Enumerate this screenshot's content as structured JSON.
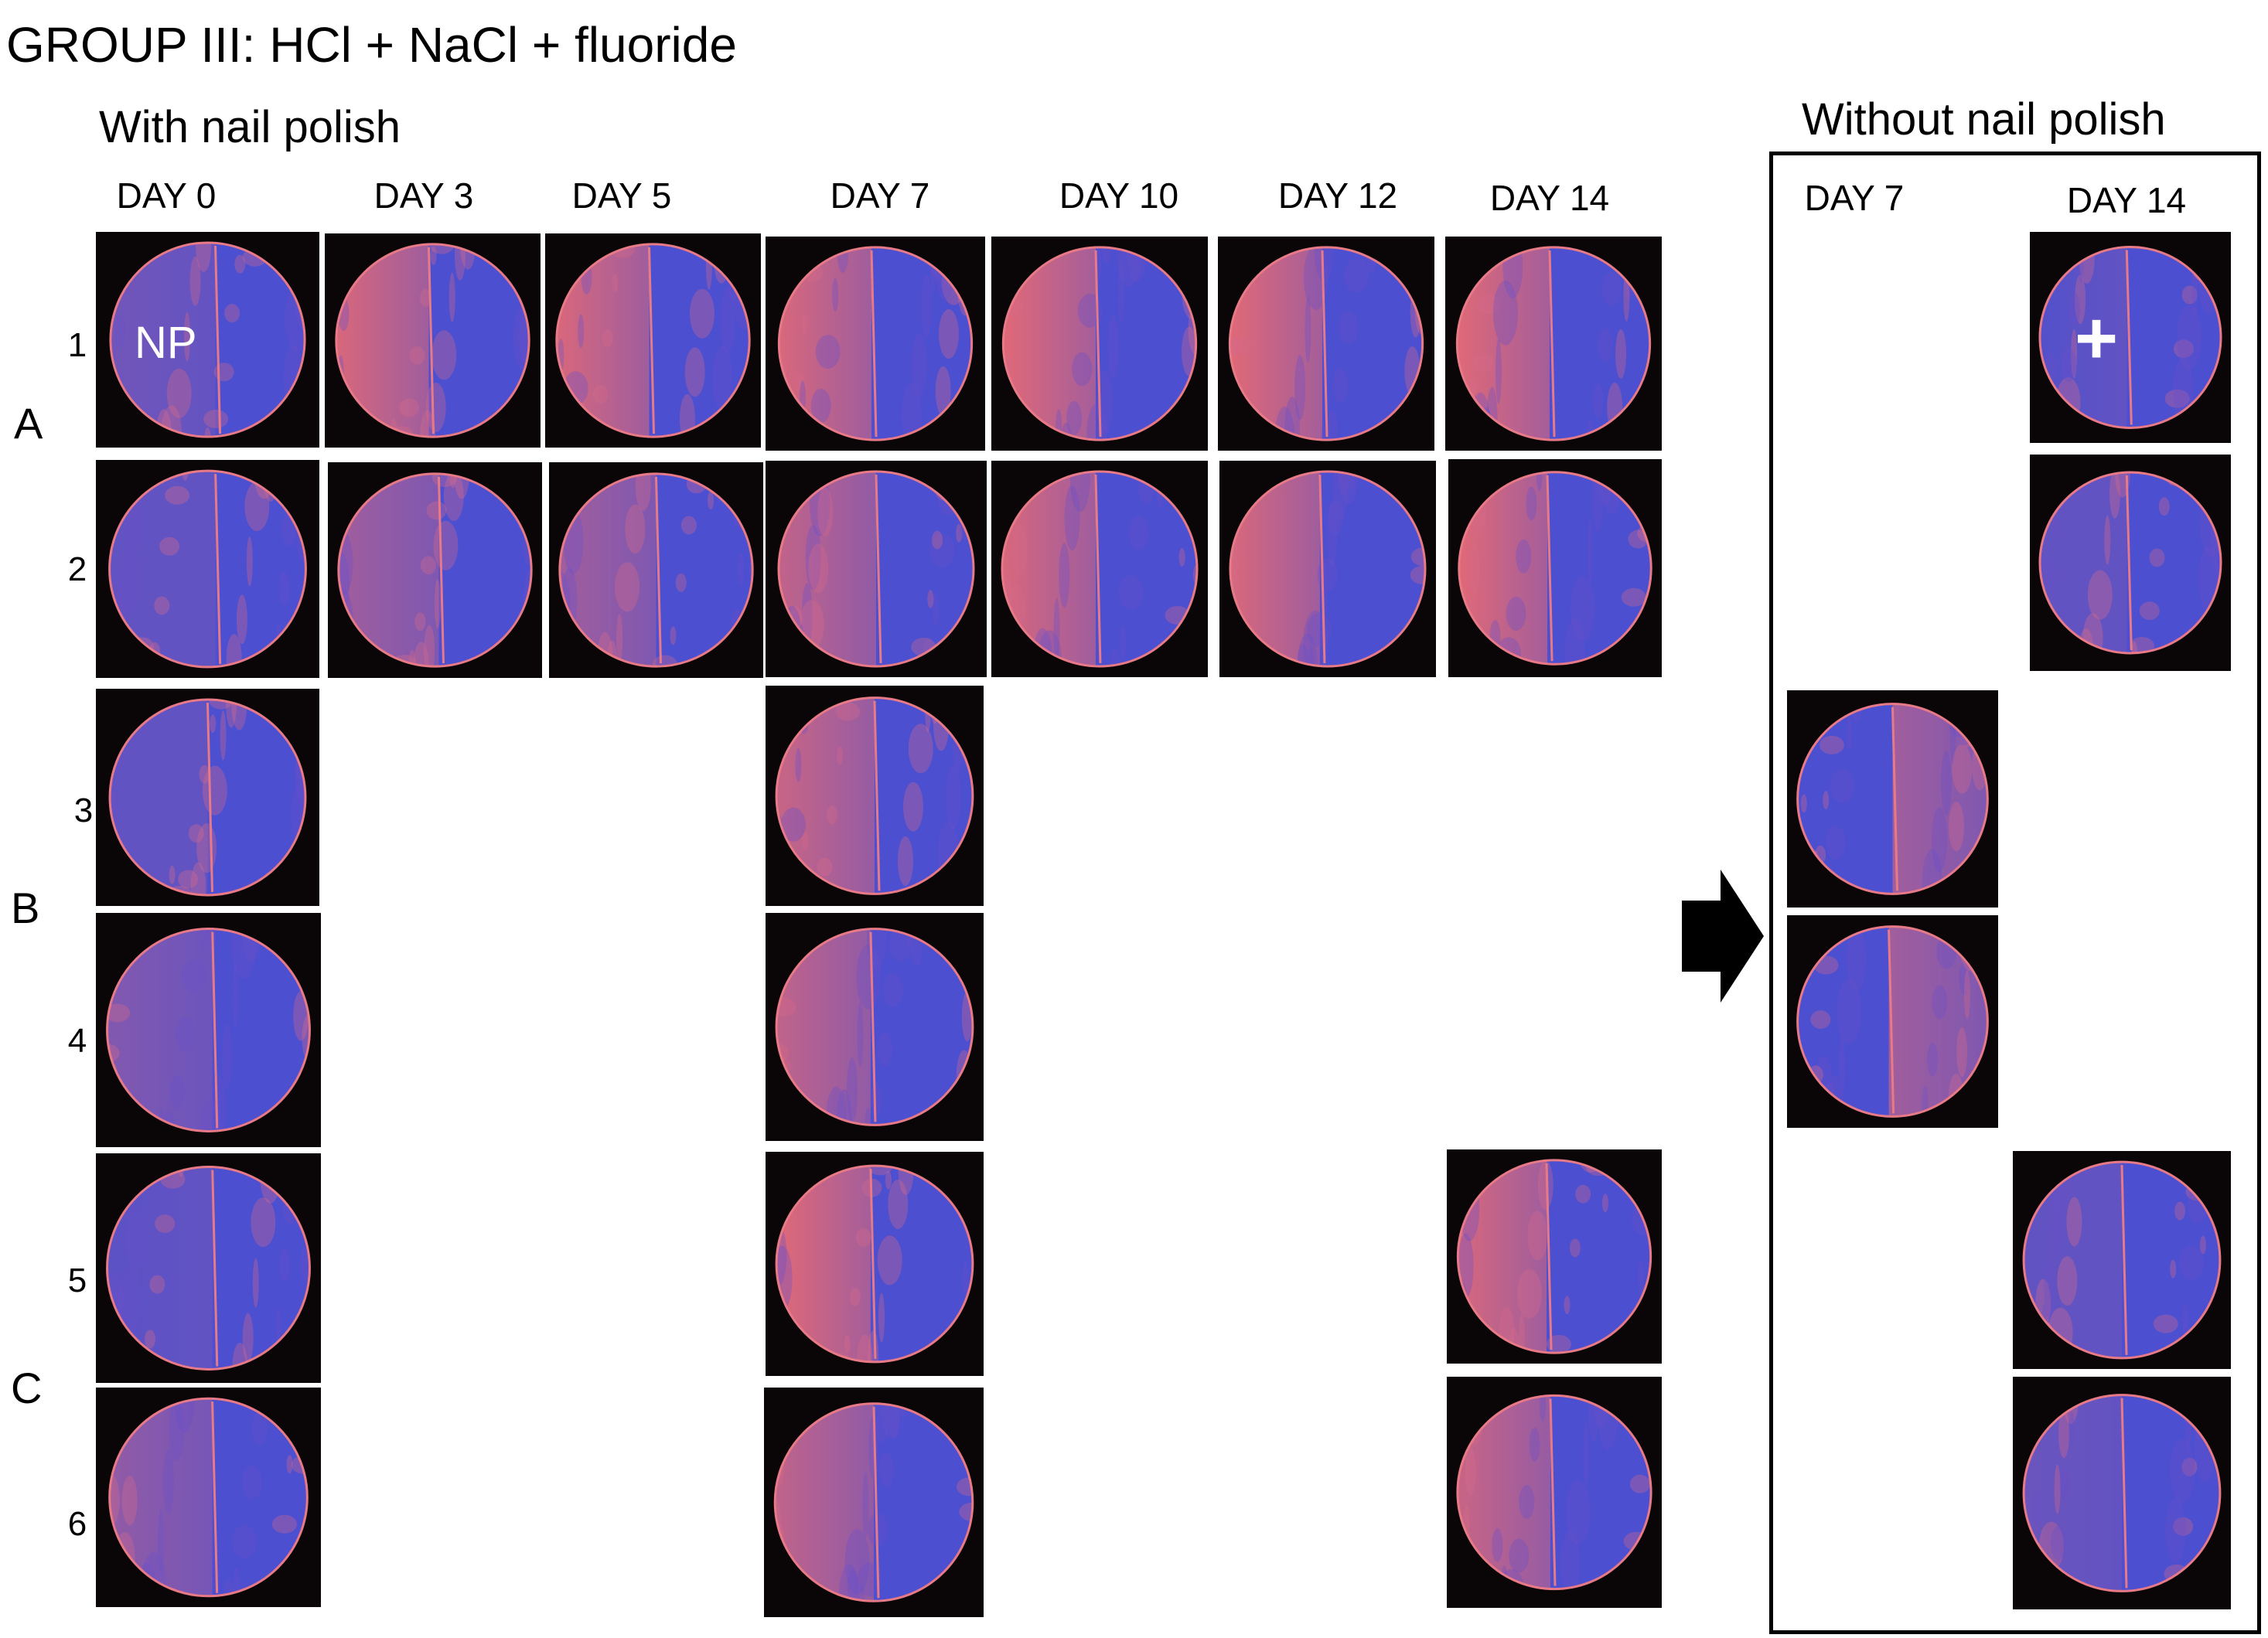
{
  "title": "GROUP III:  HCl + NaCl + fluoride",
  "with_polish": {
    "label": "With nail polish",
    "days": [
      "DAY 0",
      "DAY 3",
      "DAY 5",
      "DAY 7",
      "DAY 10",
      "DAY 12",
      "DAY 14"
    ]
  },
  "without_polish": {
    "label": "Without nail polish",
    "days": [
      "DAY 7",
      "DAY 14"
    ]
  },
  "groups": [
    "A",
    "B",
    "C"
  ],
  "rows": [
    "1",
    "2",
    "3",
    "4",
    "5",
    "6"
  ],
  "annotations": {
    "np": "NP",
    "plus": "+"
  },
  "colors": {
    "disc_blue": "#4b4fd0",
    "disc_red": "#e86a72",
    "background": "#0a0507",
    "arrow": "#000000"
  }
}
